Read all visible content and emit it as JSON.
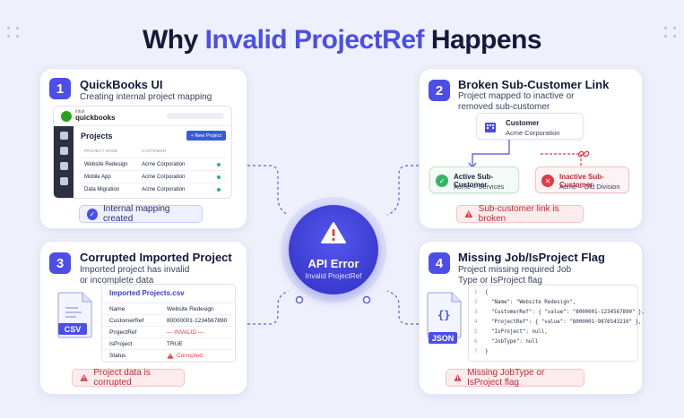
{
  "title": {
    "prefix": "Why ",
    "accent": "Invalid ProjectRef",
    "suffix": " Happens"
  },
  "colors": {
    "accent": "#4b4ee8",
    "error": "#e03a45",
    "success": "#38b26a",
    "background": "#eef0fb"
  },
  "center": {
    "title": "API Error",
    "subtitle": "Invalid ProjectRef",
    "icon": "warning-icon"
  },
  "card1": {
    "number": "1",
    "title": "QuickBooks UI",
    "subtitle": "Creating internal project mapping",
    "app": {
      "brand_small": "intuit",
      "brand": "quickbooks",
      "heading": "Projects",
      "new_button": "+ New Project",
      "columns": [
        "PROJECT NAME",
        "CUSTOMER"
      ],
      "rows": [
        {
          "project": "Website Redesign",
          "customer": "Acme Corporation"
        },
        {
          "project": "Mobile App",
          "customer": "Acme Corporation"
        },
        {
          "project": "Data Migration",
          "customer": "Acme Corporation"
        }
      ]
    },
    "status": "Internal mapping created"
  },
  "card2": {
    "number": "2",
    "title": "Broken Sub-Customer Link",
    "subtitle_line1": "Project mapped to inactive or",
    "subtitle_line2": "removed sub-customer",
    "parent": {
      "title": "Customer",
      "name": "Acme Corporation"
    },
    "active": {
      "title": "Active Sub-Customer",
      "name": "Acme – Services"
    },
    "inactive": {
      "title": "Inactive Sub-Customer",
      "name": "Acme – Old Division"
    },
    "status": "Sub-customer link is broken"
  },
  "card3": {
    "number": "3",
    "title": "Corrupted Imported Project",
    "subtitle_line1": "Imported project has invalid",
    "subtitle_line2": "or incomplete data",
    "file_label": "CSV",
    "file_name": "Imported Projects.csv",
    "rows": [
      {
        "field": "Name",
        "value": "Website Redesign"
      },
      {
        "field": "CustomerRef",
        "value": "80000001-1234567890"
      },
      {
        "field": "ProjectRef",
        "value": "— INVALID —"
      },
      {
        "field": "IsProject",
        "value": "TRUE"
      },
      {
        "field": "Status",
        "value": "Corrupted"
      }
    ],
    "status": "Project data is corrupted"
  },
  "card4": {
    "number": "4",
    "title": "Missing Job/IsProject Flag",
    "subtitle_line1": "Project missing required Job",
    "subtitle_line2": "Type or IsProject flag",
    "file_label": "JSON",
    "code_lines": [
      {
        "n": "1",
        "text": "{"
      },
      {
        "n": "2",
        "text": "  \"Name\": \"Website Redesign\","
      },
      {
        "n": "3",
        "text": "  \"CustomerRef\": { \"value\": \"8000001-1234567890\" },"
      },
      {
        "n": "4",
        "text": "  \"ProjectRef\": { \"value\": \"8000001-9876543210\" },"
      },
      {
        "n": "5",
        "text": "  \"IsProject\": null,"
      },
      {
        "n": "6",
        "text": "  \"JobType\": null"
      },
      {
        "n": "7",
        "text": "}"
      }
    ],
    "status": "Missing JobType or IsProject flag"
  }
}
